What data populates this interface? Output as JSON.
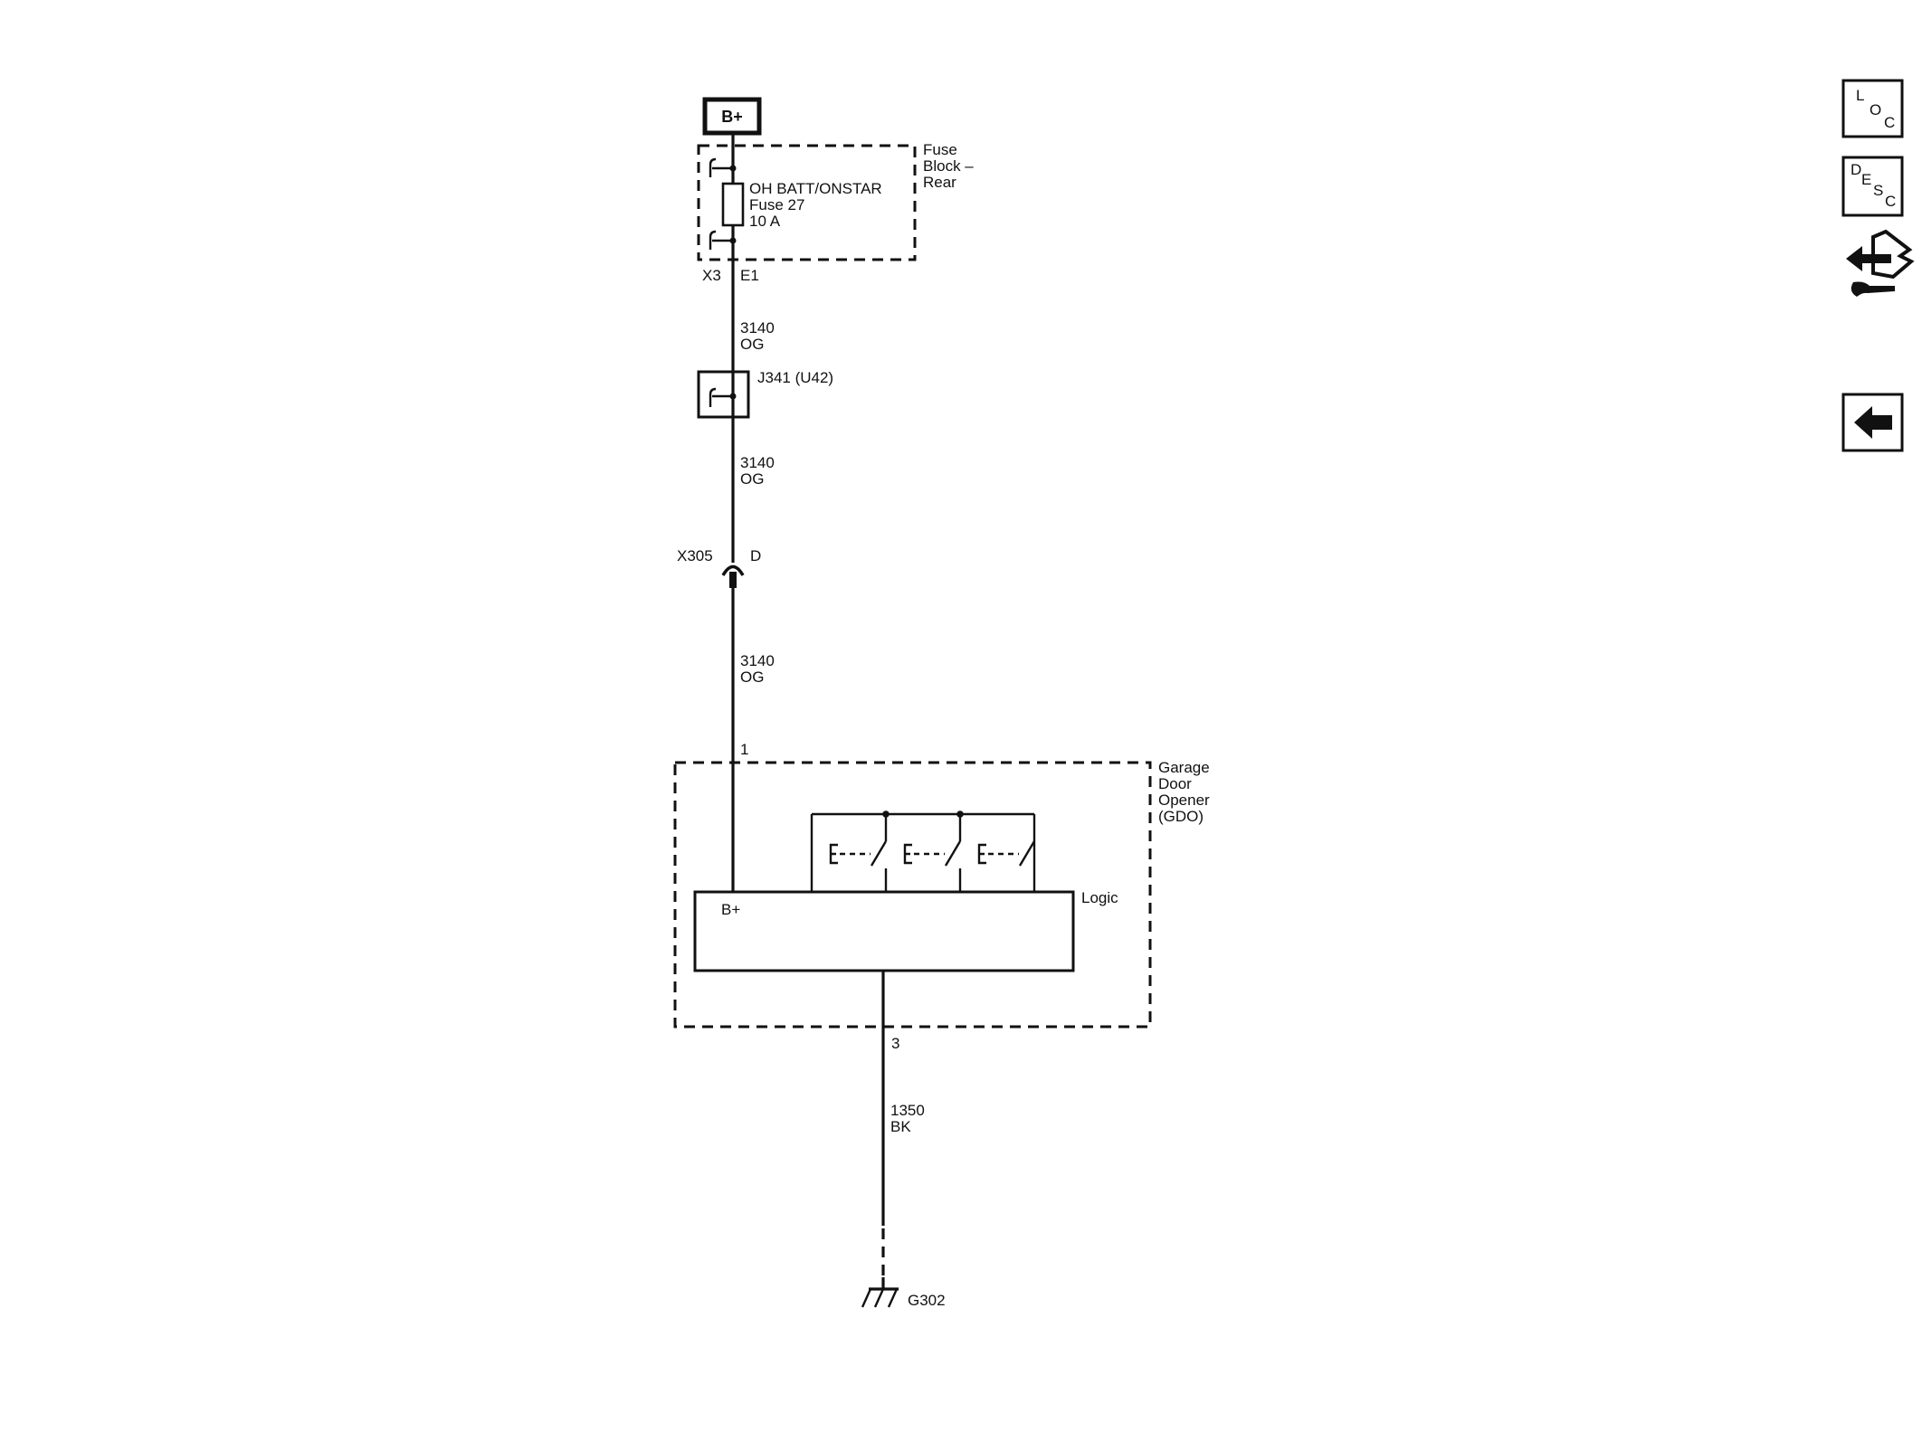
{
  "power": {
    "source_label": "B+"
  },
  "fuse_block": {
    "title_lines": [
      "Fuse",
      "Block –",
      "Rear"
    ],
    "fuse_lines": [
      "OH BATT/ONSTAR",
      "Fuse 27",
      "10 A"
    ],
    "connector": "X3",
    "pin": "E1"
  },
  "wires": [
    {
      "circuit": "3140",
      "color": "OG"
    },
    {
      "circuit": "3140",
      "color": "OG"
    },
    {
      "circuit": "3140",
      "color": "OG"
    },
    {
      "circuit": "1350",
      "color": "BK"
    }
  ],
  "splice": {
    "label": "J341 (U42)"
  },
  "inline_connector": {
    "name": "X305",
    "pin": "D"
  },
  "gdo": {
    "title_lines": [
      "Garage",
      "Door",
      "Opener",
      "(GDO)"
    ],
    "input_pin": "1",
    "ground_pin": "3",
    "logic_label": "Logic",
    "bplus_label": "B+"
  },
  "ground": {
    "label": "G302"
  },
  "nav": {
    "loc_letters": [
      "L",
      "O",
      "C"
    ],
    "desc_letters": [
      "D",
      "E",
      "S",
      "C"
    ],
    "connector_tool_icon": "connector-wrench-icon",
    "back_icon": "left-arrow-icon"
  },
  "colors": {
    "ink": "#111111",
    "background": "#ffffff"
  }
}
